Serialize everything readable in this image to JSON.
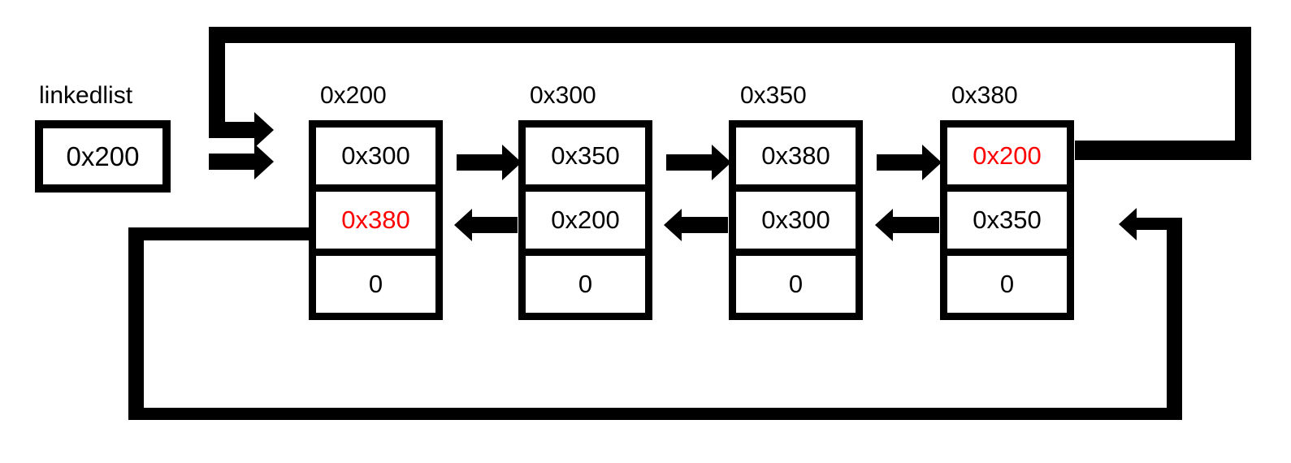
{
  "diagram": {
    "type": "circular-doubly-linked-list",
    "head": {
      "label": "linkedlist",
      "value": "0x200"
    },
    "nodes": [
      {
        "address": "0x200",
        "next": "0x300",
        "prev": "0x380",
        "data": "0",
        "next_hl": false,
        "prev_hl": true
      },
      {
        "address": "0x300",
        "next": "0x350",
        "prev": "0x200",
        "data": "0",
        "next_hl": false,
        "prev_hl": false
      },
      {
        "address": "0x350",
        "next": "0x380",
        "prev": "0x300",
        "data": "0",
        "next_hl": false,
        "prev_hl": false
      },
      {
        "address": "0x380",
        "next": "0x200",
        "prev": "0x350",
        "data": "0",
        "next_hl": true,
        "prev_hl": false
      }
    ],
    "links": [
      {
        "from": "linkedlist",
        "to": "0x200",
        "kind": "head-pointer"
      },
      {
        "from": "0x200.next",
        "to": "0x300",
        "kind": "next"
      },
      {
        "from": "0x300.next",
        "to": "0x350",
        "kind": "next"
      },
      {
        "from": "0x350.next",
        "to": "0x380",
        "kind": "next"
      },
      {
        "from": "0x380.next",
        "to": "0x200",
        "kind": "next-wraparound-top"
      },
      {
        "from": "0x300.prev",
        "to": "0x200",
        "kind": "prev"
      },
      {
        "from": "0x350.prev",
        "to": "0x300",
        "kind": "prev"
      },
      {
        "from": "0x380.prev",
        "to": "0x350",
        "kind": "prev"
      },
      {
        "from": "0x200.prev",
        "to": "0x380",
        "kind": "prev-wraparound-bottom"
      }
    ],
    "colors": {
      "line": "#000000",
      "highlight": "#ff0000",
      "background": "#ffffff"
    }
  }
}
